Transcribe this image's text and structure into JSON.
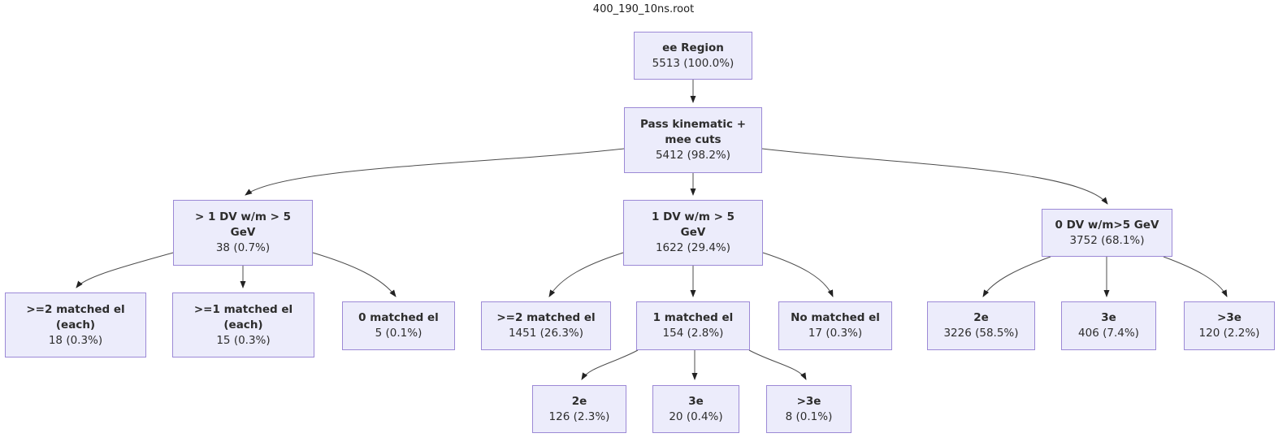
{
  "title": "400_190_10ns.root",
  "colors": {
    "node_fill": "#ececfb",
    "node_border": "#9c89d6",
    "edge": "#4d4d4d",
    "text": "#2d2d2d",
    "background": "#ffffff"
  },
  "nodes": [
    {
      "id": "ee-region",
      "label": "ee Region",
      "count": "5513 (100.0%)"
    },
    {
      "id": "pass-kinematic",
      "label": "Pass kinematic +\nmee cuts",
      "count": "5412 (98.2%)"
    },
    {
      "id": "gt1-dv",
      "label": "> 1 DV w/m > 5\nGeV",
      "count": "38 (0.7%)"
    },
    {
      "id": "one-dv",
      "label": "1 DV w/m > 5\nGeV",
      "count": "1622 (29.4%)"
    },
    {
      "id": "zero-dv",
      "label": "0 DV w/m>5 GeV",
      "count": "3752 (68.1%)"
    },
    {
      "id": "ge2-matched-each",
      "label": ">=2 matched el\n(each)",
      "count": "18 (0.3%)"
    },
    {
      "id": "ge1-matched-each",
      "label": ">=1 matched el\n(each)",
      "count": "15 (0.3%)"
    },
    {
      "id": "zero-matched",
      "label": "0 matched el",
      "count": "5 (0.1%)"
    },
    {
      "id": "ge2-matched",
      "label": ">=2 matched el",
      "count": "1451 (26.3%)"
    },
    {
      "id": "one-matched",
      "label": "1 matched el",
      "count": "154 (2.8%)"
    },
    {
      "id": "no-matched",
      "label": "No matched el",
      "count": "17 (0.3%)"
    },
    {
      "id": "2e-right",
      "label": "2e",
      "count": "3226 (58.5%)"
    },
    {
      "id": "3e-right",
      "label": "3e",
      "count": "406 (7.4%)"
    },
    {
      "id": "gt3e-right",
      "label": ">3e",
      "count": "120 (2.2%)"
    },
    {
      "id": "2e-mid",
      "label": "2e",
      "count": "126 (2.3%)"
    },
    {
      "id": "3e-mid",
      "label": "3e",
      "count": "20 (0.4%)"
    },
    {
      "id": "gt3e-mid",
      "label": ">3e",
      "count": "8 (0.1%)"
    }
  ],
  "edges": [
    {
      "from": "ee-region",
      "to": "pass-kinematic"
    },
    {
      "from": "pass-kinematic",
      "to": "gt1-dv"
    },
    {
      "from": "pass-kinematic",
      "to": "one-dv"
    },
    {
      "from": "pass-kinematic",
      "to": "zero-dv"
    },
    {
      "from": "gt1-dv",
      "to": "ge2-matched-each"
    },
    {
      "from": "gt1-dv",
      "to": "ge1-matched-each"
    },
    {
      "from": "gt1-dv",
      "to": "zero-matched"
    },
    {
      "from": "one-dv",
      "to": "ge2-matched"
    },
    {
      "from": "one-dv",
      "to": "one-matched"
    },
    {
      "from": "one-dv",
      "to": "no-matched"
    },
    {
      "from": "zero-dv",
      "to": "2e-right"
    },
    {
      "from": "zero-dv",
      "to": "3e-right"
    },
    {
      "from": "zero-dv",
      "to": "gt3e-right"
    },
    {
      "from": "one-matched",
      "to": "2e-mid"
    },
    {
      "from": "one-matched",
      "to": "3e-mid"
    },
    {
      "from": "one-matched",
      "to": "gt3e-mid"
    }
  ]
}
